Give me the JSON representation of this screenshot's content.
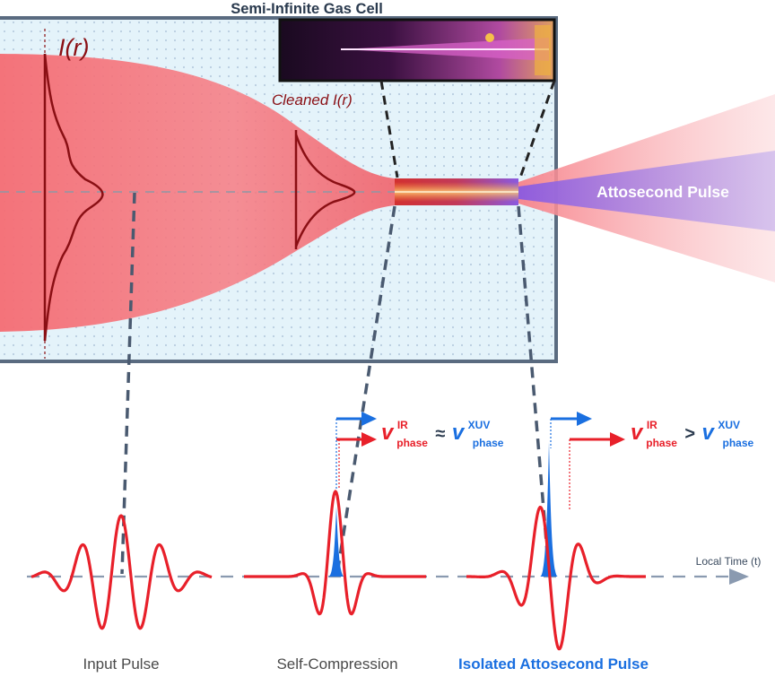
{
  "title": "Semi-Infinite Gas Cell",
  "intensity_label": "I(r)",
  "cleaned_label": "Cleaned I(r)",
  "attosecond_beam_label": "Attosecond Pulse",
  "time_axis_label": "Local Time (t)",
  "velocity_relations": [
    {
      "ir": "v",
      "ir_sup": "IR",
      "ir_sub": "phase",
      "op": "≈",
      "xuv": "v",
      "xuv_sup": "XUV",
      "xuv_sub": "phase"
    },
    {
      "ir": "v",
      "ir_sup": "IR",
      "ir_sub": "phase",
      "op": ">",
      "xuv": "v",
      "xuv_sup": "XUV",
      "xuv_sub": "phase"
    }
  ],
  "stage_labels": {
    "input": "Input Pulse",
    "self_compression": "Self-Compression",
    "isolated": "Isolated Attosecond Pulse"
  },
  "colors": {
    "ir": "#e8202a",
    "xuv": "#1a6fe0",
    "cell_border": "#5a6b80",
    "cell_fill": "#e4f3fa",
    "dark_red": "#8a0f14",
    "dash": "#4a5a70",
    "axis": "#8a9ab0",
    "attosecond_fill": "#8a5ae0"
  }
}
